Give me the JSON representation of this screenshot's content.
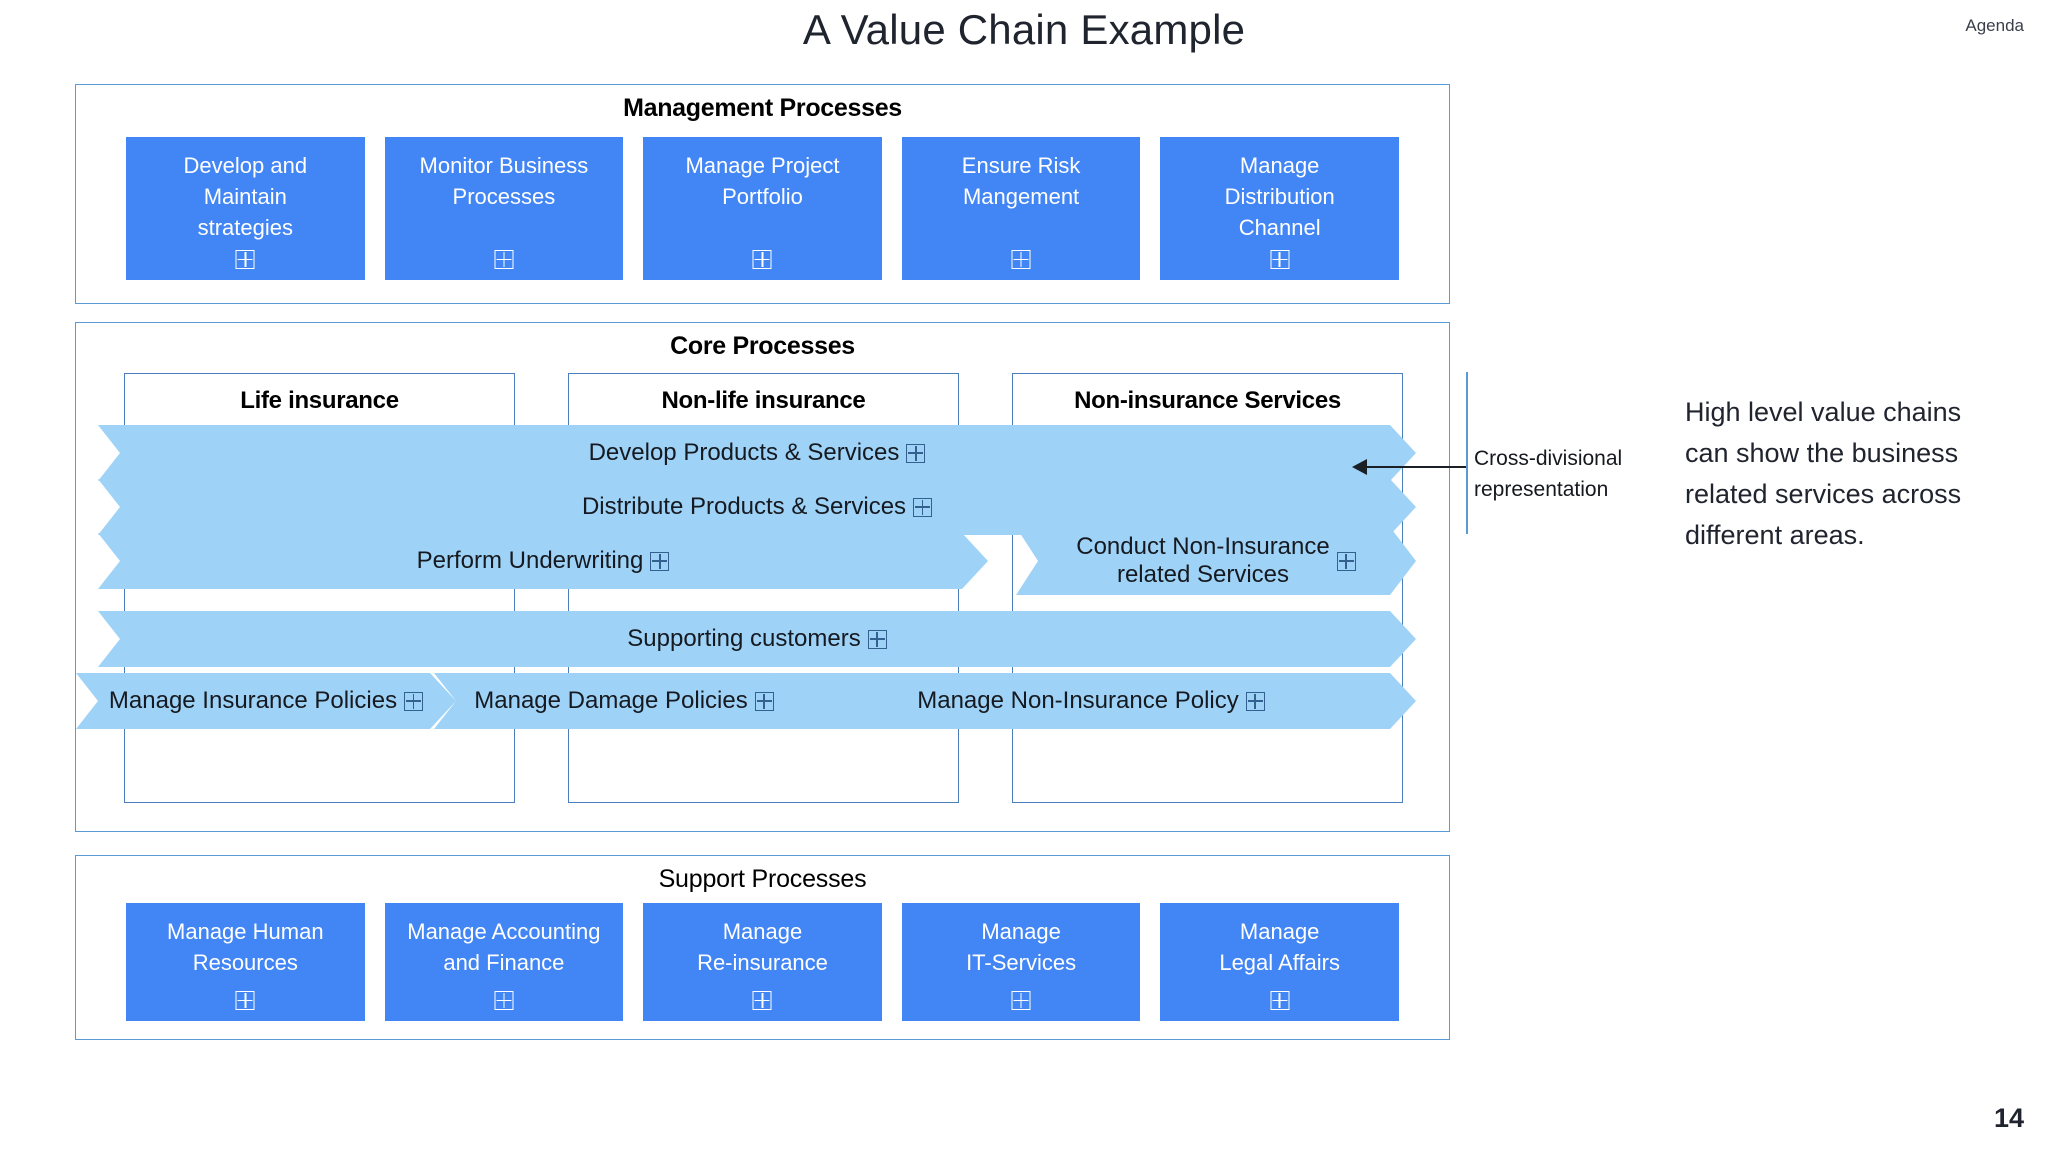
{
  "header": {
    "title": "A Value Chain Example",
    "agenda_label": "Agenda",
    "page_number": "14"
  },
  "colors": {
    "solid_blue": "#4285F4",
    "light_blue": "#9ED2F7",
    "border_blue": "#5B9BD5",
    "text_dark": "#1F2430"
  },
  "bands": {
    "management": {
      "title": "Management Processes",
      "boxes": [
        {
          "label": "Develop and\nMaintain\nstrategies",
          "icon": "plus-box-icon"
        },
        {
          "label": "Monitor Business\nProcesses",
          "icon": "plus-box-icon"
        },
        {
          "label": "Manage Project\nPortfolio",
          "icon": "plus-box-icon"
        },
        {
          "label": "Ensure Risk\nMangement",
          "icon": "plus-box-icon"
        },
        {
          "label": "Manage\nDistribution\nChannel",
          "icon": "plus-box-icon"
        }
      ]
    },
    "core": {
      "title": "Core Processes",
      "columns": [
        {
          "label": "Life insurance"
        },
        {
          "label": "Non-life insurance"
        },
        {
          "label": "Non-insurance Services"
        }
      ],
      "chevrons": [
        {
          "label": "Develop Products & Services",
          "icon": "plus-box-icon",
          "span": "all"
        },
        {
          "label": "Distribute Products & Services",
          "icon": "plus-box-icon",
          "span": "all"
        },
        {
          "label": "Perform Underwriting",
          "icon": "plus-box-icon",
          "span": "life-and-nonlife"
        },
        {
          "label": "Conduct Non-Insurance\nrelated Services",
          "icon": "plus-box-icon",
          "span": "non-insurance"
        },
        {
          "label": "Supporting  customers",
          "icon": "plus-box-icon",
          "span": "all"
        },
        {
          "label": "Manage Insurance  Policies",
          "icon": "plus-box-icon",
          "span": "life"
        },
        {
          "label": "Manage Damage  Policies",
          "icon": "plus-box-icon",
          "span": "nonlife"
        },
        {
          "label": "Manage Non-Insurance Policy",
          "icon": "plus-box-icon",
          "span": "non-insurance"
        }
      ]
    },
    "support": {
      "title": "Support Processes",
      "boxes": [
        {
          "label": "Manage Human\nResources",
          "icon": "plus-box-icon"
        },
        {
          "label": "Manage Accounting\nand Finance",
          "icon": "plus-box-icon"
        },
        {
          "label": "Manage\nRe-insurance",
          "icon": "plus-box-icon"
        },
        {
          "label": "Manage\nIT-Services",
          "icon": "plus-box-icon"
        },
        {
          "label": "Manage\nLegal Affairs",
          "icon": "plus-box-icon"
        }
      ]
    }
  },
  "annotations": {
    "callout": "Cross-divisional\nrepresentation",
    "side_note": "High level value chains\ncan show the business\nrelated services across\ndifferent areas."
  }
}
